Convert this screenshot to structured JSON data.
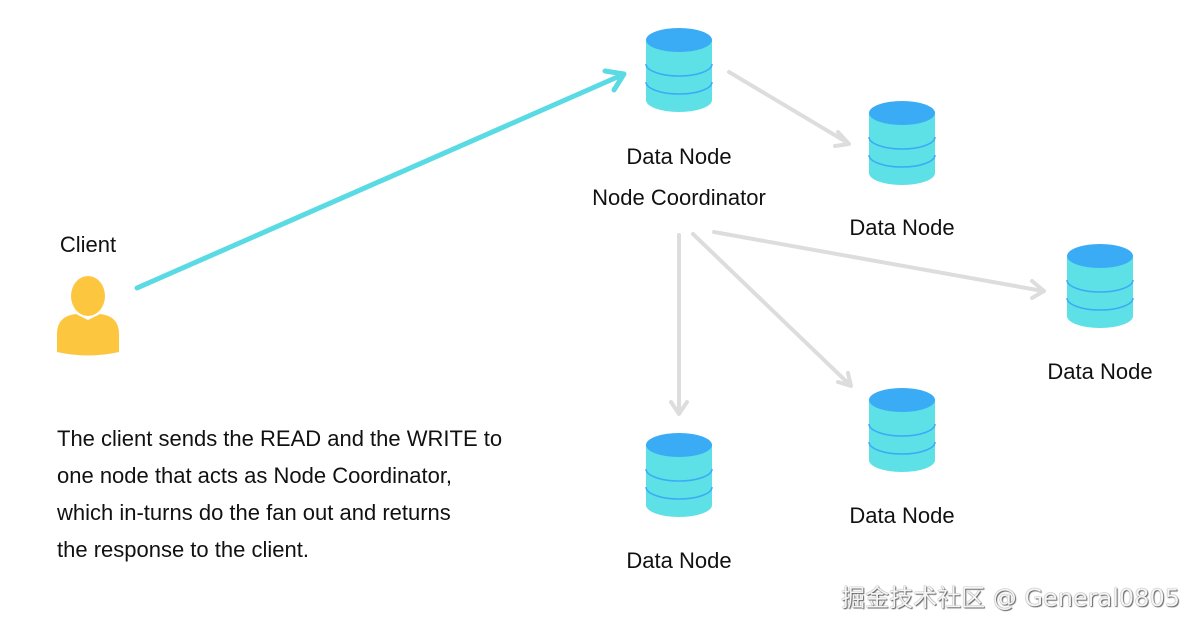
{
  "colors": {
    "cylinder_top": "#3aabf5",
    "cylinder_body": "#5de0e6",
    "cylinder_line": "#3aabf5",
    "client_arrow": "#5adbe3",
    "fanout_arrow": "#dddddd",
    "client_icon": "#fdc63f"
  },
  "client": {
    "label": "Client",
    "icon": "user-icon"
  },
  "coordinator": {
    "label_line1": "Data Node",
    "label_line2": "Node Coordinator",
    "icon": "database-icon"
  },
  "nodes": [
    {
      "label": "Data Node",
      "icon": "database-icon"
    },
    {
      "label": "Data Node",
      "icon": "database-icon"
    },
    {
      "label": "Data Node",
      "icon": "database-icon"
    },
    {
      "label": "Data Node",
      "icon": "database-icon"
    }
  ],
  "description": [
    "The client sends the READ and the WRITE to",
    "one node that acts as Node Coordinator,",
    "which in-turns do the fan out and returns",
    "the response to the client."
  ],
  "watermark": "掘金技术社区 @ General0805"
}
